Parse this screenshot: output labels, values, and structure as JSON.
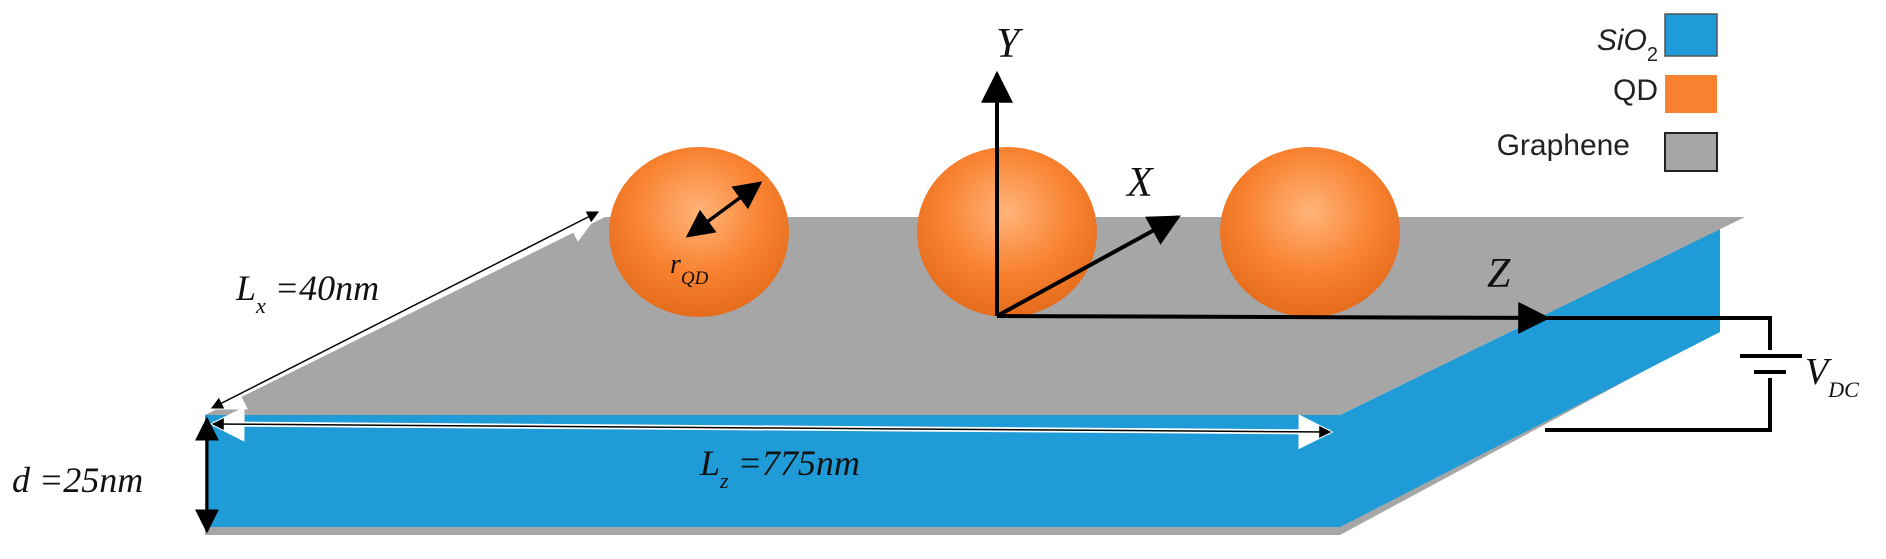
{
  "legend": {
    "items": [
      {
        "label_main": "SiO",
        "label_sub": "2",
        "color": "#1f9bd7"
      },
      {
        "label_main": "QD",
        "label_sub": "",
        "color": "#f98231"
      },
      {
        "label_main": "Graphene",
        "label_sub": "",
        "color": "#a6a6a6"
      }
    ]
  },
  "axes": {
    "y": "Y",
    "x": "X",
    "z": "Z"
  },
  "dimensions": {
    "lx_main": "L",
    "lx_sub": "x",
    "lx_value": " =40nm",
    "lz_main": "L",
    "lz_sub": "z",
    "lz_value": " =775nm",
    "d_label": "d =25nm",
    "r_main": "r",
    "r_sub": "QD"
  },
  "source": {
    "v_main": "V",
    "v_sub": "DC"
  },
  "colors": {
    "substrate": "#1f9bd7",
    "graphene": "#a6a6a6",
    "qd": "#f98231",
    "qd_highlight": "#ffc89a",
    "line": "#000000"
  }
}
